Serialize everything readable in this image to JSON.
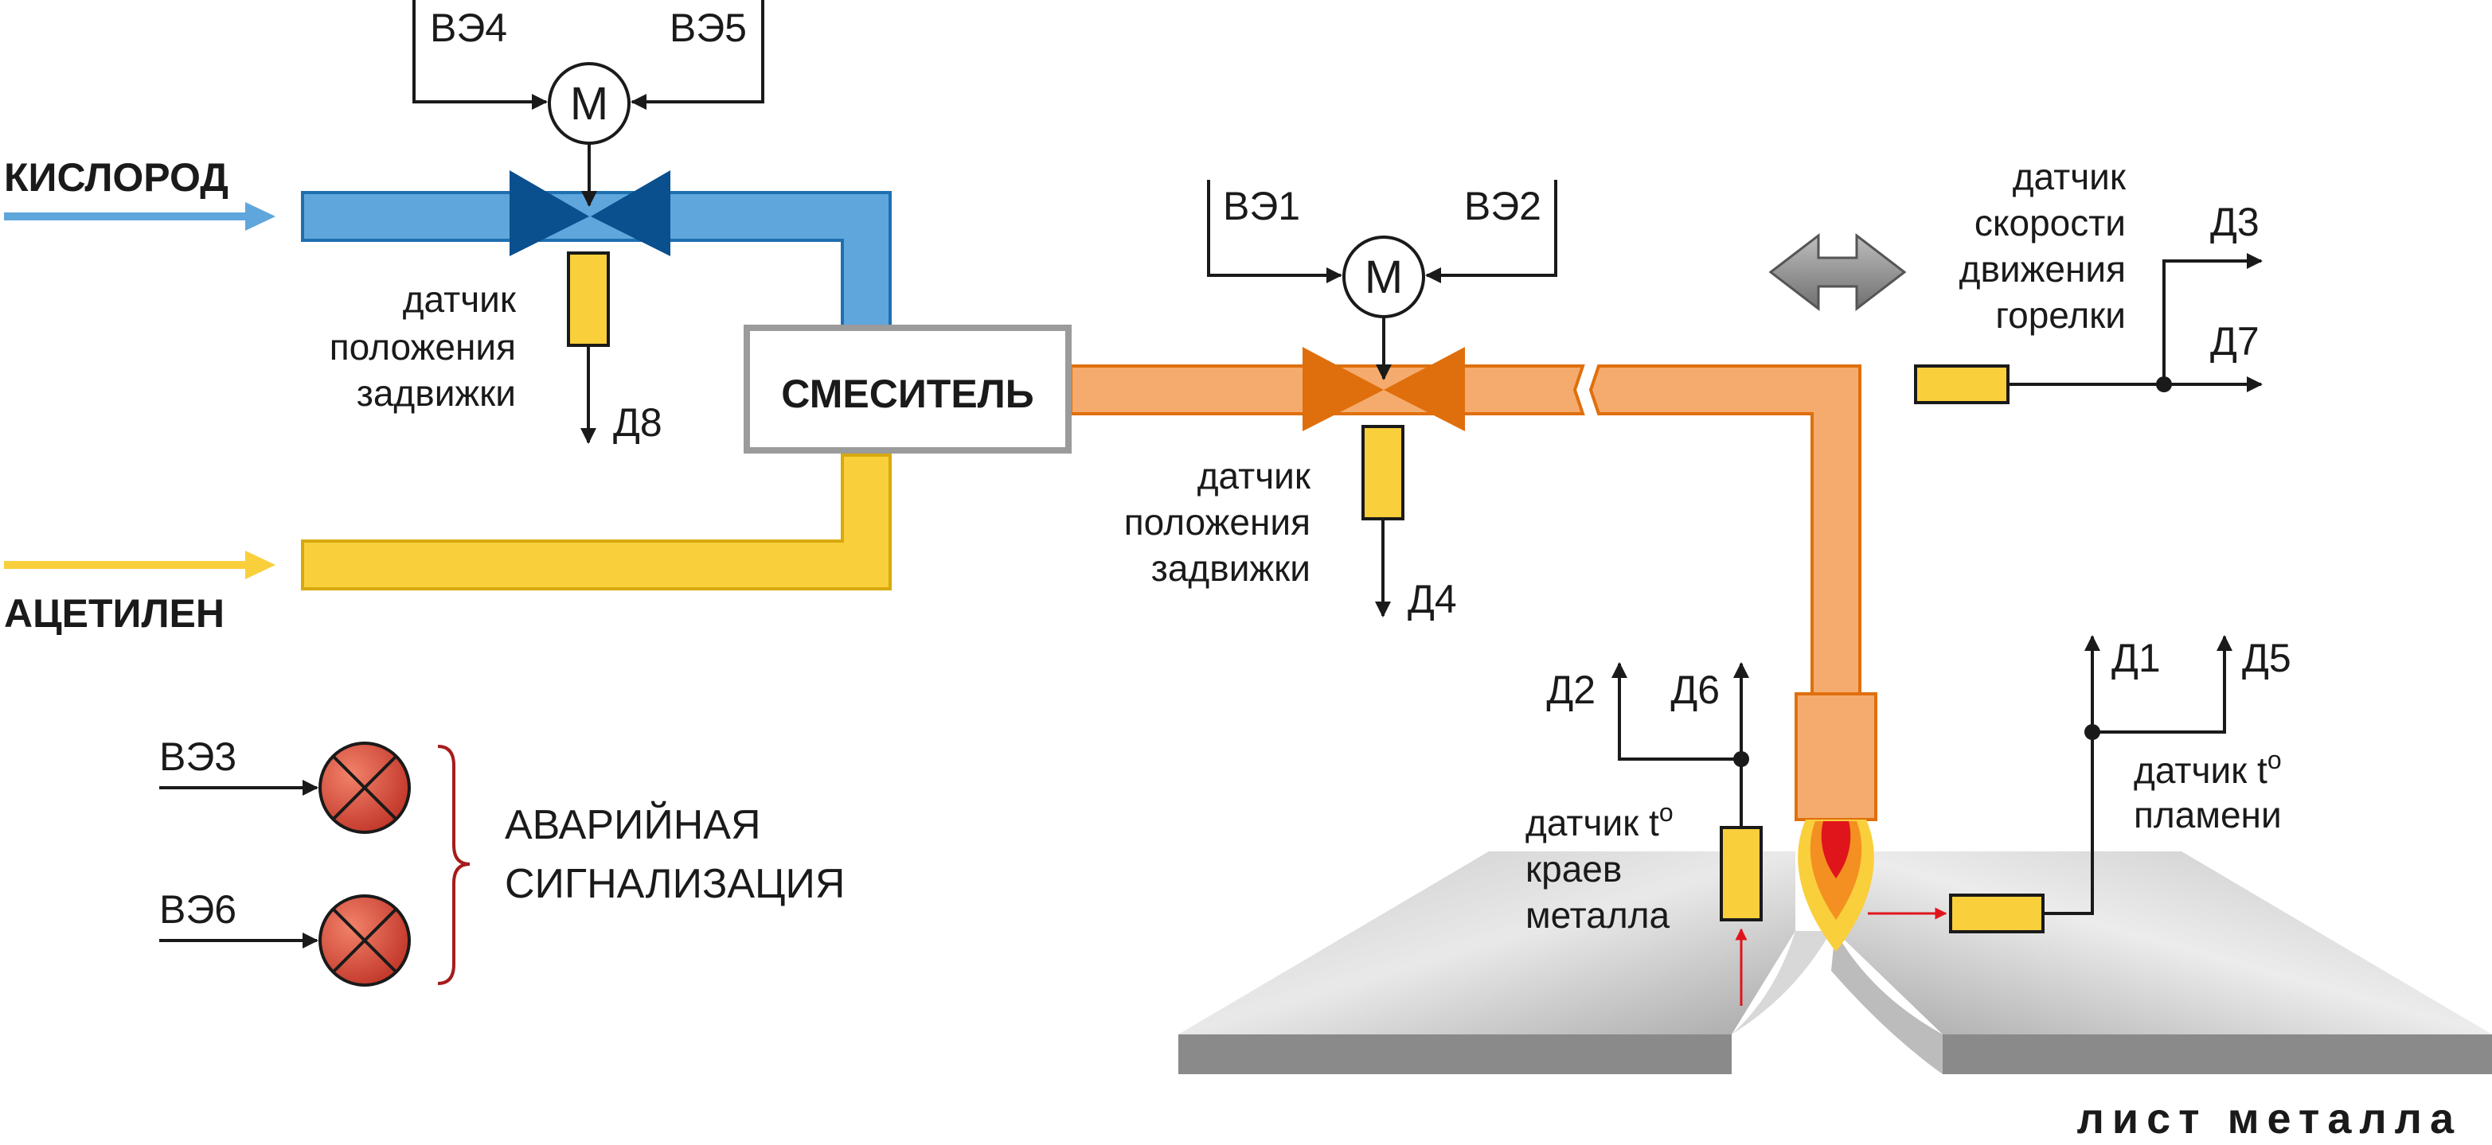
{
  "colors": {
    "oxygen": "#5fa6dc",
    "acetylene": "#f9cf3c",
    "mixture": "#f5ab6d",
    "mixer_text": "#e77812",
    "alarm_text": "#a61c1c",
    "valve_blue": "#0a4f8e",
    "valve_orange": "#df6f0d",
    "sensor": "#f9cf3c",
    "metal_text": "#888888"
  },
  "inputs": {
    "oxygen": "КИСЛОРОД",
    "acetylene": "АЦЕТИЛЕН"
  },
  "mixer": {
    "label": "СМЕСИТЕЛЬ"
  },
  "motor_symbol": "М",
  "valve_oxygen": {
    "signals": [
      "ВЭ4",
      "ВЭ5"
    ],
    "sensor_lines": [
      "датчик",
      "положения",
      "задвижки"
    ],
    "output": "Д8"
  },
  "valve_mix": {
    "signals": [
      "ВЭ1",
      "ВЭ2"
    ],
    "sensor_lines": [
      "датчик",
      "положения",
      "задвижки"
    ],
    "output": "Д4"
  },
  "speed_sensor": {
    "lines": [
      "датчик",
      "скорости",
      "движения",
      "горелки"
    ],
    "outputs": [
      "Д3",
      "Д7"
    ]
  },
  "edge_sensor": {
    "lines": [
      "датчик t",
      "краев",
      "металла"
    ],
    "superscript": "o",
    "outputs": [
      "Д2",
      "Д6"
    ]
  },
  "flame_sensor": {
    "lines": [
      "датчик t",
      "пламени"
    ],
    "superscript": "o",
    "outputs": [
      "Д1",
      "Д5"
    ]
  },
  "alarm": {
    "inputs": [
      "ВЭ3",
      "ВЭ6"
    ],
    "lines": [
      "АВАРИЙНАЯ",
      "СИГНАЛИЗАЦИЯ"
    ]
  },
  "metal_sheet": {
    "label": "лист металла"
  }
}
